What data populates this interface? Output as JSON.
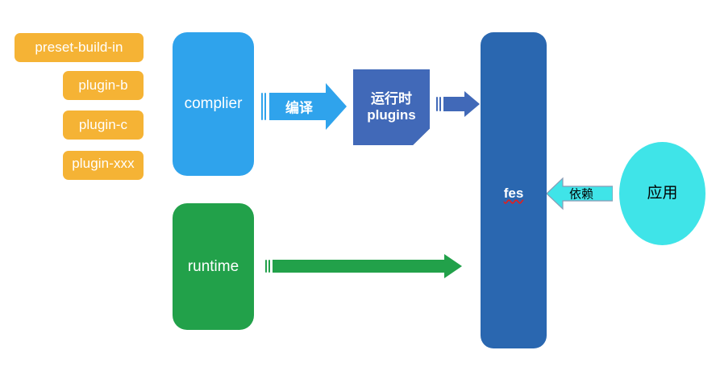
{
  "diagram": {
    "title": "fes architecture diagram",
    "background": "#ffffff",
    "colors": {
      "orange": "#f5b335",
      "light_blue": "#2fa3ec",
      "green": "#22a14a",
      "dark_blue": "#2a67b0",
      "purple_blue": "#4169b8",
      "cyan": "#3fe4e8",
      "spellcheck_red": "#e02020"
    }
  },
  "plugins": {
    "items": [
      {
        "label": "preset-build-in"
      },
      {
        "label": "plugin-b"
      },
      {
        "label": "plugin-c"
      },
      {
        "label": "plugin-xxx"
      }
    ]
  },
  "nodes": {
    "complier": {
      "label": "complier"
    },
    "runtime": {
      "label": "runtime"
    },
    "runtime_plugins": {
      "line1": "运行时",
      "line2": "plugins"
    },
    "fes": {
      "label": "fes"
    },
    "app": {
      "label": "应用"
    }
  },
  "arrows": {
    "compile": {
      "label": "编译"
    },
    "plugins_to_fes": {
      "label": ""
    },
    "runtime_to_fes": {
      "label": ""
    },
    "dependency": {
      "label": "依赖"
    }
  }
}
